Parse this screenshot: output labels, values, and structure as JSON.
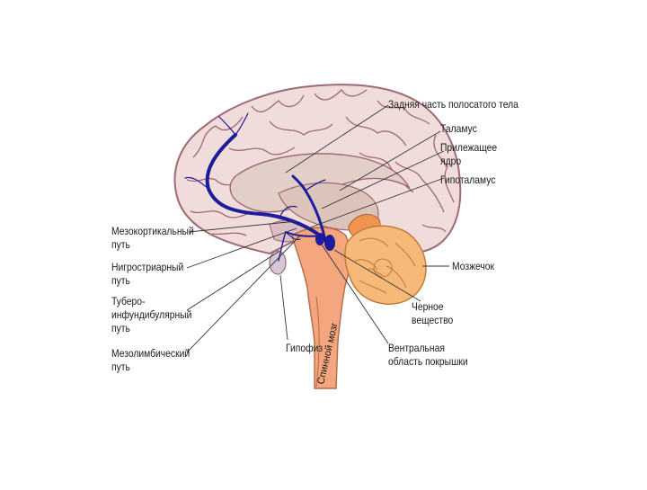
{
  "labels": {
    "posterior_corpus_striatum": "Задняя часть полосатого тела",
    "thalamus": "Таламус",
    "nucleus_accumbens_1": "Прилежащее",
    "nucleus_accumbens_2": "ядро",
    "hypothalamus": "Гипоталамус",
    "mesocortical_1": "Мезокортикальный",
    "mesocortical_2": "путь",
    "nigrostriatal_1": "Нигростриарный",
    "nigrostriatal_2": "путь",
    "tubero_1": "Туберо-",
    "tubero_2": "инфундибулярный",
    "tubero_3": "путь",
    "mesolimbic_1": "Мезолимбический",
    "mesolimbic_2": "путь",
    "cerebellum": "Мозжечок",
    "substantia_nigra_1": "Черное",
    "substantia_nigra_2": "вещество",
    "pituitary": "Гипофиз",
    "vta_1": "Вентральная",
    "vta_2": "область покрышки",
    "spinal_cord": "Спинной мозг"
  },
  "colors": {
    "cortex_fill": "#f1dcdc",
    "cortex_outline": "#a06a72",
    "inner_fill": "#e2d0c8",
    "brainstem": "#f4a77e",
    "cerebellum": "#f6b978",
    "dopamine_path": "#1c1c9c",
    "leader_line": "#333333"
  }
}
